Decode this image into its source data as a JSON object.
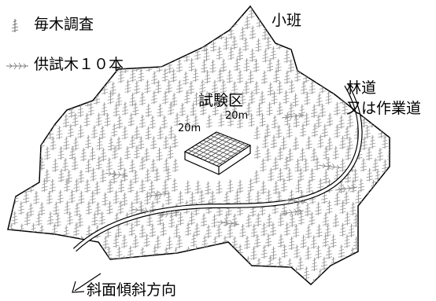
{
  "legend": {
    "item1": "毎木調査",
    "item2": "供試木１０本"
  },
  "labels": {
    "stand": "小班",
    "road_line1": "林道",
    "road_line2": "又は作業道",
    "plot": "試験区",
    "dim_top": "20m",
    "dim_left": "20m",
    "slope": "斜面傾斜方向"
  },
  "colors": {
    "ink": "#000000",
    "tree": "#9a9a9a",
    "sample_tree": "#8a8a8a",
    "area_fill": "#ffffff"
  },
  "icons": {
    "tree": "conifer-tree-icon",
    "sample_tree": "felled-tree-icon",
    "arrow": "slope-arrow-icon"
  }
}
